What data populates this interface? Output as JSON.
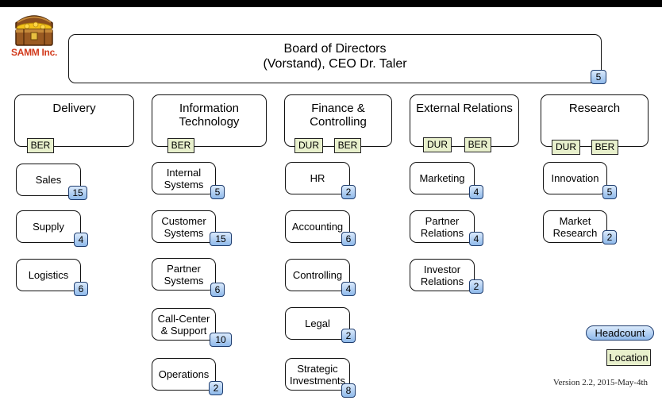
{
  "logo": {
    "text": "SAMM Inc."
  },
  "board": {
    "line1": "Board of Directors",
    "line2": "(Vorstand), CEO Dr. Taler",
    "headcount": "5"
  },
  "departments": [
    {
      "name": "Delivery",
      "locations": [
        "BER"
      ]
    },
    {
      "name": "Information Technology",
      "locations": [
        "BER"
      ]
    },
    {
      "name": "Finance & Controlling",
      "locations": [
        "DUR",
        "BER"
      ]
    },
    {
      "name": "External Relations",
      "locations": [
        "DUR",
        "BER"
      ]
    },
    {
      "name": "Research",
      "locations": [
        "DUR",
        "BER"
      ]
    }
  ],
  "units": {
    "delivery": [
      {
        "name": "Sales",
        "headcount": "15"
      },
      {
        "name": "Supply",
        "headcount": "4"
      },
      {
        "name": "Logistics",
        "headcount": "6"
      }
    ],
    "it": [
      {
        "name": "Internal Systems",
        "headcount": "5"
      },
      {
        "name": "Customer Systems",
        "headcount": "15"
      },
      {
        "name": "Partner Systems",
        "headcount": "6"
      },
      {
        "name": "Call-Center & Support",
        "headcount": "10"
      },
      {
        "name": "Operations",
        "headcount": "2"
      }
    ],
    "finance": [
      {
        "name": "HR",
        "headcount": "2"
      },
      {
        "name": "Accounting",
        "headcount": "6"
      },
      {
        "name": "Controlling",
        "headcount": "4"
      },
      {
        "name": "Legal",
        "headcount": "2"
      },
      {
        "name": "Strategic Investments",
        "headcount": "8"
      }
    ],
    "external": [
      {
        "name": "Marketing",
        "headcount": "4"
      },
      {
        "name": "Partner Relations",
        "headcount": "4"
      },
      {
        "name": "Investor Relations",
        "headcount": "2"
      }
    ],
    "research": [
      {
        "name": "Innovation",
        "headcount": "5"
      },
      {
        "name": "Market Research",
        "headcount": "2"
      }
    ]
  },
  "legend": {
    "headcount": "Headcount",
    "location": "Location"
  },
  "version": "Version 2.2, 2015-May-4th"
}
